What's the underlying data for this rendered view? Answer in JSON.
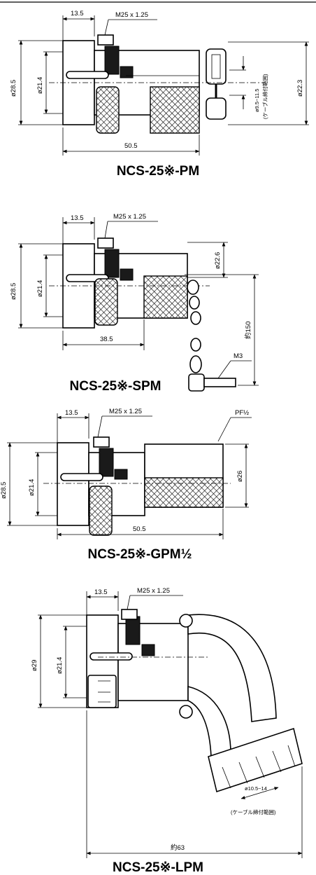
{
  "diagrams": [
    {
      "id": "pm",
      "title": "NCS-25※-PM",
      "dims": {
        "top_width": "13.5",
        "thread": "M25 x 1.25",
        "outer_dia": "ø28.5",
        "inner_dia": "ø21.4",
        "total_length": "50.5",
        "cable_range": "ø9.5~11.5",
        "cable_note": "(ケーブル締付範囲)",
        "right_dia": "ø22.3"
      }
    },
    {
      "id": "spm",
      "title": "NCS-25※-SPM",
      "dims": {
        "top_width": "13.5",
        "thread": "M25 x 1.25",
        "outer_dia": "ø28.5",
        "inner_dia": "ø21.4",
        "length": "38.5",
        "right_dia": "ø22.6",
        "chain_length": "約150",
        "screw": "M3"
      }
    },
    {
      "id": "gpm",
      "title": "NCS-25※-GPM½",
      "dims": {
        "top_width": "13.5",
        "thread": "M25 x 1.25",
        "pipe_thread": "PF½",
        "outer_dia": "ø28.5",
        "inner_dia": "ø21.4",
        "total_length": "50.5",
        "right_dia": "ø26"
      }
    },
    {
      "id": "lpm",
      "title": "NCS-25※-LPM",
      "dims": {
        "top_width": "13.5",
        "thread": "M25 x 1.25",
        "outer_dia": "ø29",
        "inner_dia": "ø21.4",
        "cable_range": "ø10.5~14",
        "cable_note": "(ケーブル締付範囲)",
        "total_length": "約63"
      }
    }
  ]
}
